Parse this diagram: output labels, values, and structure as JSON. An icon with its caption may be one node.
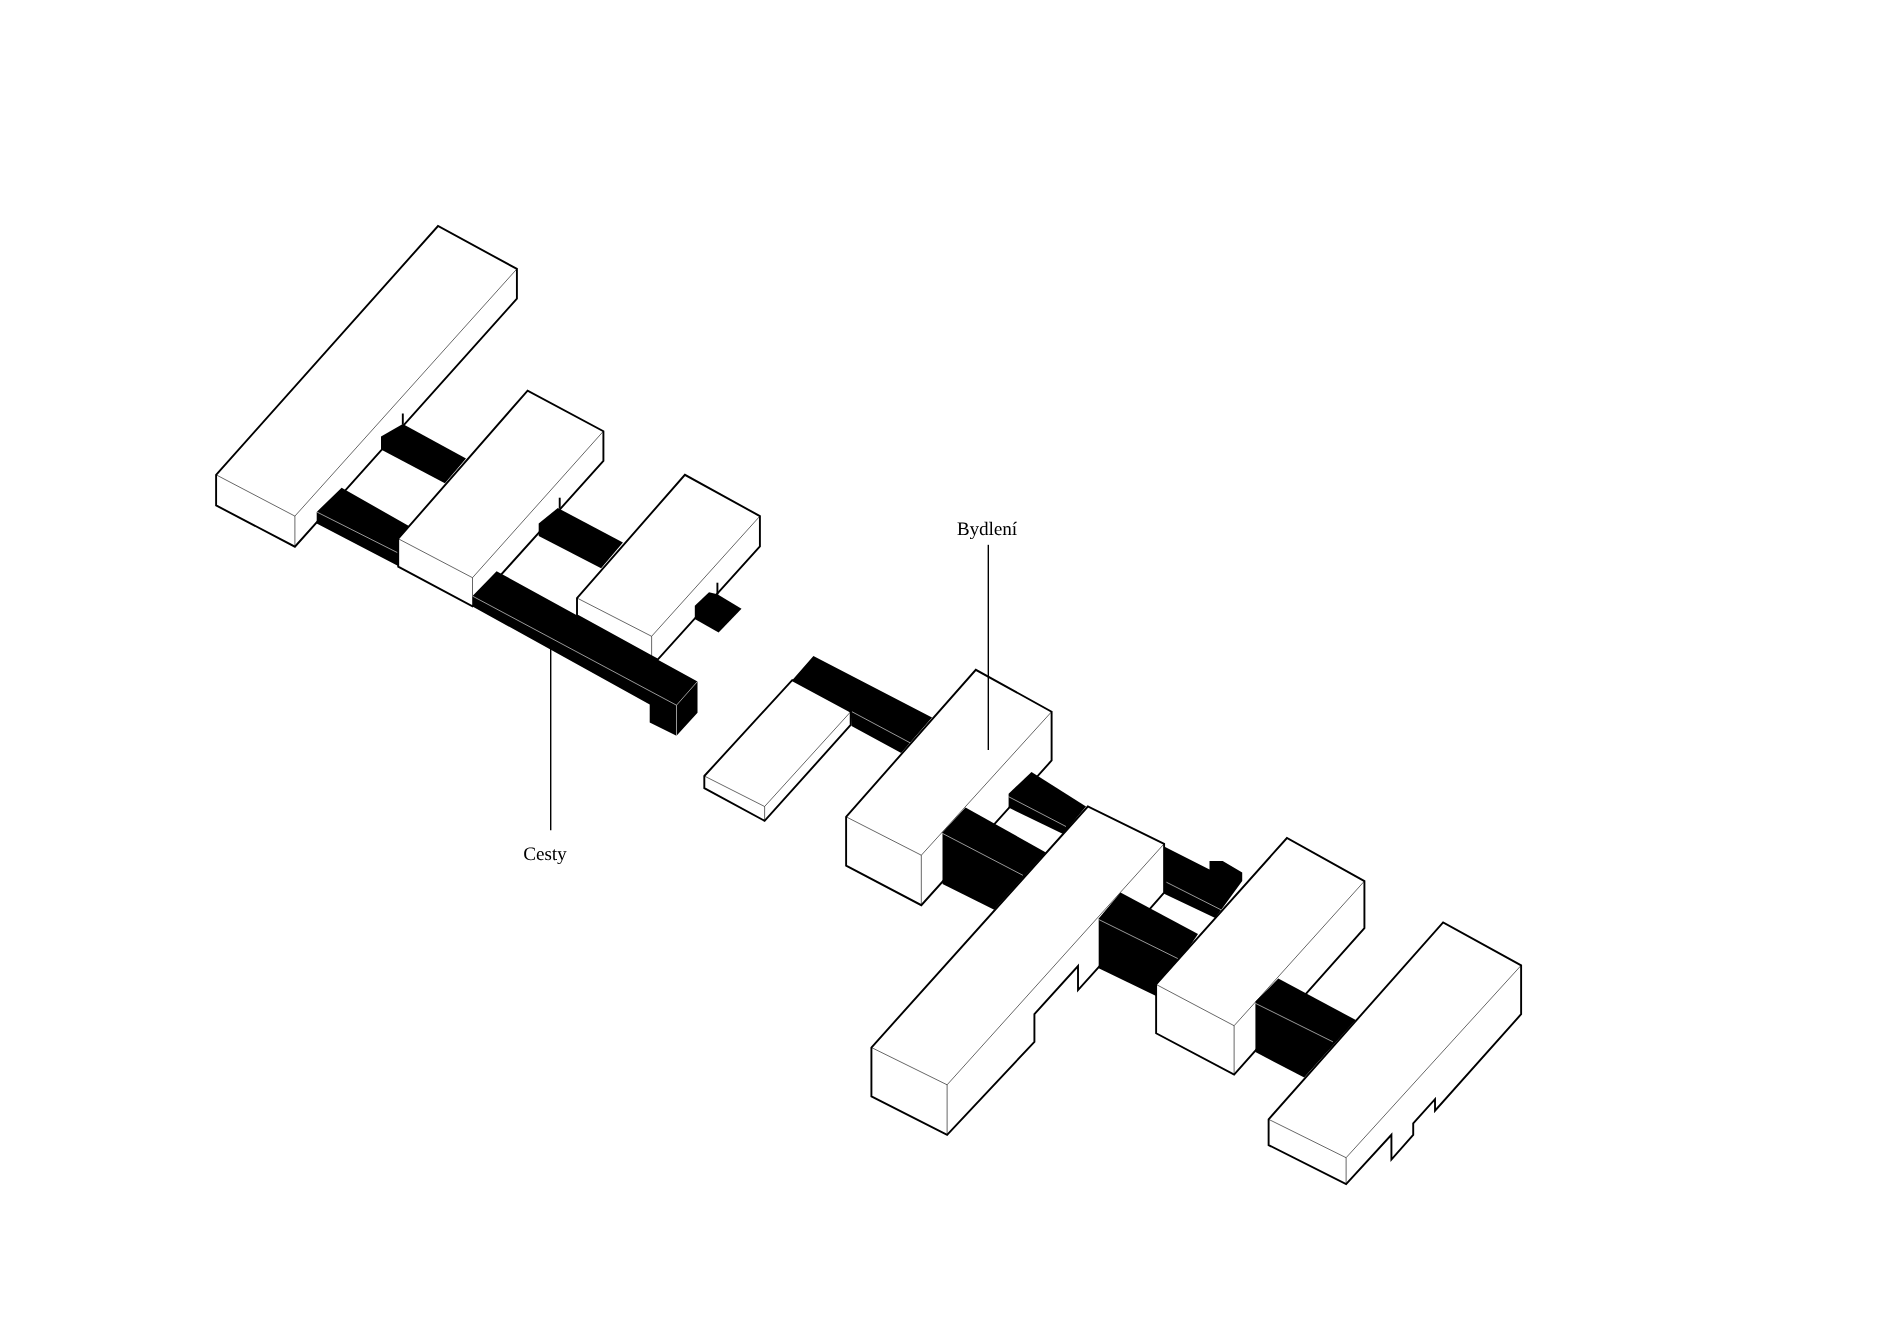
{
  "diagram": {
    "nodes": [
      {
        "text": [],
        "shape": "box"
      },
      {
        "text": [],
        "shape": "box"
      },
      {
        "text": [],
        "shape": "bar"
      },
      {
        "text": [],
        "shape": "box"
      },
      {
        "text": [],
        "shape": "bar"
      },
      {
        "text": [],
        "shape": "bar"
      },
      {
        "text": [
          "Bydlení"
        ]
      },
      {
        "text": [],
        "shape": "bar"
      },
      {
        "text": [],
        "shape": "bar"
      },
      {
        "text": [],
        "shape": "bar"
      },
      {
        "text": [],
        "shape": "box"
      },
      {
        "text": [],
        "shape": "box"
      },
      {
        "text": [],
        "shape": "bar"
      },
      {
        "text": [],
        "shape": "box"
      },
      {
        "text": [],
        "shape": "bar"
      },
      {
        "text": [],
        "shape": "box"
      },
      {
        "text": [],
        "shape": "bar"
      },
      {
        "text": [
          "Cesty"
        ]
      },
      {
        "text": [],
        "shape": "bar"
      },
      {
        "text": [],
        "shape": "box"
      },
      {
        "text": [],
        "shape": "bar"
      }
    ],
    "edges": [
      {
        "from": 6,
        "to": 10,
        "arrow": "none"
      },
      {
        "from": 17,
        "to": 7,
        "arrow": "none"
      }
    ]
  }
}
